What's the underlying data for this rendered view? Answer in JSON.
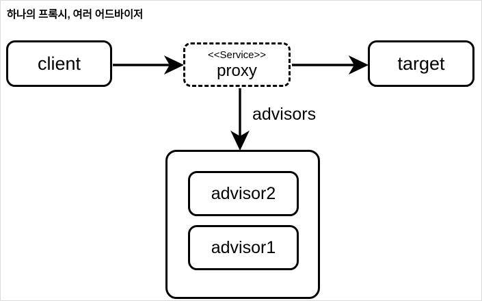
{
  "diagram": {
    "title": "하나의 프록시, 여러 어드바이저",
    "background_color": "#ffffff",
    "frame_border_color": "#d9d9d9",
    "line_color": "#000000",
    "nodes": {
      "client": {
        "label": "client",
        "shape": "rounded-rect",
        "border_style": "solid"
      },
      "proxy": {
        "stereotype": "<<Service>>",
        "label": "proxy",
        "shape": "rounded-rect",
        "border_style": "dashed"
      },
      "target": {
        "label": "target",
        "shape": "rounded-rect",
        "border_style": "solid"
      },
      "advisors_container": {
        "label": "",
        "shape": "rounded-rect",
        "border_style": "solid"
      },
      "advisor2": {
        "label": "advisor2",
        "shape": "rounded-rect",
        "border_style": "solid"
      },
      "advisor1": {
        "label": "advisor1",
        "shape": "rounded-rect",
        "border_style": "solid"
      }
    },
    "edges": [
      {
        "from": "client",
        "to": "proxy",
        "label": "",
        "arrowhead": "filled-triangle",
        "direction": "right"
      },
      {
        "from": "proxy",
        "to": "target",
        "label": "",
        "arrowhead": "filled-triangle",
        "direction": "right"
      },
      {
        "from": "proxy",
        "to": "advisors_container",
        "label": "advisors",
        "arrowhead": "filled-triangle",
        "direction": "down"
      }
    ]
  }
}
